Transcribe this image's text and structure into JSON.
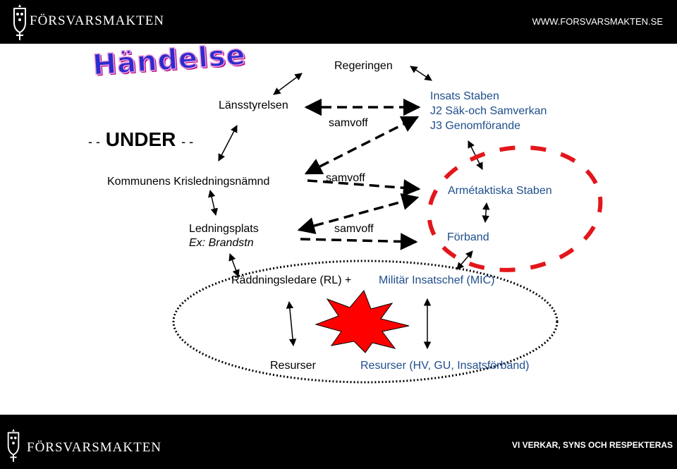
{
  "header": {
    "brand": "FÖRSVARSMAKTEN",
    "url": "WWW.FORSVARSMAKTEN.SE"
  },
  "footer": {
    "brand": "FÖRSVARSMAKTEN",
    "slogan": "VI VERKAR, SYNS OCH RESPEKTERAS"
  },
  "diagram": {
    "title": "Händelse",
    "phase": "UNDER",
    "phase_dash_left": "- -",
    "phase_dash_right": "- -",
    "nodes": {
      "regeringen": "Regeringen",
      "lansstyrelsen": "Länsstyrelsen",
      "kommun": "Kommunens Krisledningsnämnd",
      "ledningsplats": "Ledningsplats",
      "ledningsplats_ex": "Ex: Brandstn",
      "insats_line1": "Insats Staben",
      "insats_line2": "J2 Säk-och Samverkan",
      "insats_line3": "J3 Genomförande",
      "armetaktiska": "Armétaktiska Staben",
      "forband": "Förband",
      "raddningsledare": "Räddningsledare (RL) +",
      "mic": "Militär Insatschef (MIC)",
      "resurser_left": "Resurser",
      "resurser_right": "Resurser (HV, GU, Insatsförband)"
    },
    "samvoff_labels": [
      "samvoff",
      "samvoff",
      "samvoff"
    ],
    "colors": {
      "military_text": "#1f4e8c",
      "highlight_ellipse": "#e3161b",
      "event_burst": "#ff0000"
    }
  }
}
